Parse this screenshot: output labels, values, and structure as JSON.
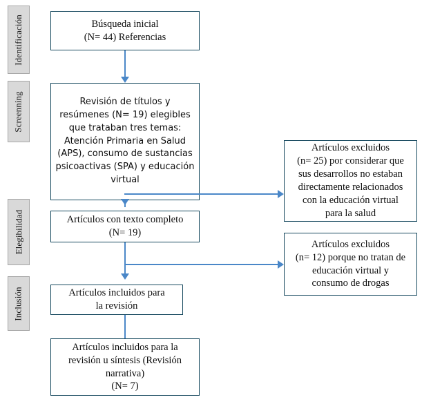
{
  "diagram": {
    "title": "PRISMA flow diagram",
    "colors": {
      "box_border": "#13465c",
      "arrow": "#4a87c8",
      "stage_fill": "#d9d9d9",
      "stage_border": "#a6a6a6",
      "background": "#ffffff",
      "text": "#0d0d0d"
    }
  },
  "stages": [
    {
      "id": "identificacion",
      "label": "Identificación"
    },
    {
      "id": "screenning",
      "label": "Screenning"
    },
    {
      "id": "elegibilidad",
      "label": "Elegibilidad"
    },
    {
      "id": "inclusion",
      "label": "Inclusión"
    }
  ],
  "boxes": {
    "busqueda_inicial": {
      "text": "Búsqueda inicial\n(N= 44) Referencias"
    },
    "revision_titulos": {
      "text": "Revisión de títulos y\nresúmenes (N= 19) elegibles\nque trataban tres temas:\nAtención Primaria en Salud\n(APS), consumo de sustancias\npsicoactivas (SPA) y educación\nvirtual"
    },
    "excluidos_25": {
      "text": "Artículos excluidos\n(n= 25) por considerar que\nsus desarrollos no estaban\ndirectamente relacionados\ncon la educación virtual\npara la salud"
    },
    "texto_completo": {
      "text": "Artículos con texto completo\n(N= 19)"
    },
    "excluidos_12": {
      "text": "Artículos excluidos\n(n= 12) porque no tratan de\neducación virtual y\nconsumo de drogas"
    },
    "incluidos_revision": {
      "text": "Artículos incluidos para\nla revisión"
    },
    "incluidos_sintesis": {
      "text": "Artículos incluidos para la\nrevisión u síntesis (Revisión\nnarrativa)\n(N= 7)"
    }
  },
  "chart_data": {
    "type": "diagram",
    "title": "PRISMA flow diagram",
    "nodes": [
      {
        "id": "busqueda_inicial",
        "stage": "Identificación",
        "label": "Búsqueda inicial (N= 44) Referencias",
        "n": 44
      },
      {
        "id": "revision_titulos",
        "stage": "Screenning",
        "label": "Revisión de títulos y resúmenes (N= 19) elegibles que trataban tres temas: Atención Primaria en Salud (APS), consumo de sustancias psicoactivas (SPA) y educación virtual",
        "n": 19
      },
      {
        "id": "excluidos_25",
        "stage": "Screenning",
        "label": "Artículos excluidos (n= 25) por considerar que sus desarrollos no estaban directamente relacionados con la educación virtual para la salud",
        "n": 25
      },
      {
        "id": "texto_completo",
        "stage": "Elegibilidad",
        "label": "Artículos con texto completo (N= 19)",
        "n": 19
      },
      {
        "id": "excluidos_12",
        "stage": "Elegibilidad",
        "label": "Artículos excluidos (n= 12) porque no tratan de educación virtual y consumo de drogas",
        "n": 12
      },
      {
        "id": "incluidos_revision",
        "stage": "Inclusión",
        "label": "Artículos incluidos para la revisión",
        "n": null
      },
      {
        "id": "incluidos_sintesis",
        "stage": "Inclusión",
        "label": "Artículos incluidos para la revisión u síntesis (Revisión narrativa) (N= 7)",
        "n": 7
      }
    ],
    "edges": [
      {
        "from": "busqueda_inicial",
        "to": "revision_titulos",
        "direction": "down"
      },
      {
        "from": "revision_titulos",
        "to": "texto_completo",
        "direction": "down"
      },
      {
        "from": "revision_titulos",
        "to": "excluidos_25",
        "direction": "right"
      },
      {
        "from": "texto_completo",
        "to": "incluidos_revision",
        "direction": "down"
      },
      {
        "from": "texto_completo",
        "to": "excluidos_12",
        "direction": "right"
      },
      {
        "from": "incluidos_revision",
        "to": "incluidos_sintesis",
        "direction": "down"
      }
    ]
  }
}
